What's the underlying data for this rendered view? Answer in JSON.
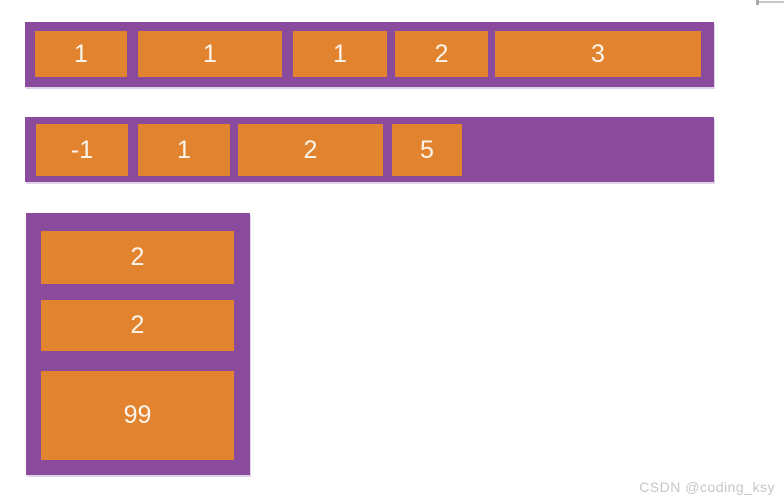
{
  "colors": {
    "container_purple": "#8a4b9d",
    "item_orange": "#e2842f",
    "item_label_text": "#fbf5ee",
    "watermark_gray": "#c9c5c7",
    "background": "#ffffff"
  },
  "flex_rows": [
    {
      "id": "row-1",
      "items": [
        {
          "label": "1"
        },
        {
          "label": "1"
        },
        {
          "label": "1"
        },
        {
          "label": "2"
        },
        {
          "label": "3"
        }
      ]
    },
    {
      "id": "row-2",
      "items": [
        {
          "label": "-1"
        },
        {
          "label": "1"
        },
        {
          "label": "2"
        },
        {
          "label": "5"
        }
      ]
    }
  ],
  "flex_column": {
    "id": "column-1",
    "items": [
      {
        "label": "2"
      },
      {
        "label": "2"
      },
      {
        "label": "99"
      }
    ]
  },
  "watermark": "CSDN @coding_ksy"
}
